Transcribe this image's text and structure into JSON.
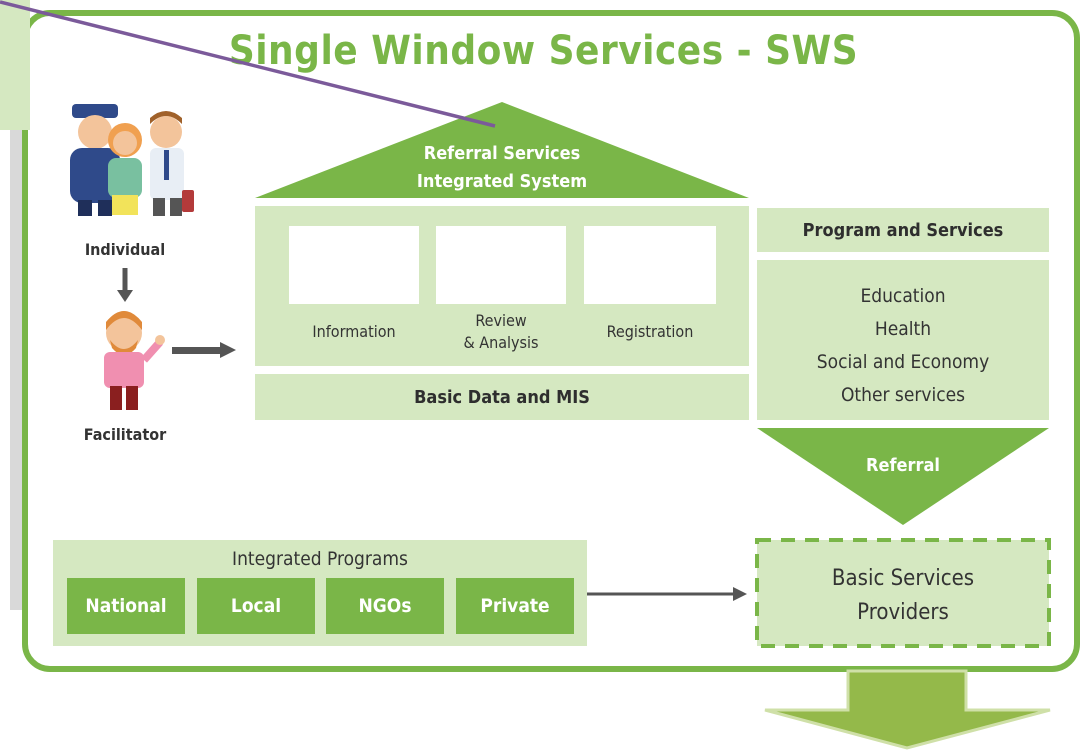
{
  "title": "Single Window Services - SWS",
  "roof": {
    "line1": "Referral Services",
    "line2": "Integrated System"
  },
  "steps": [
    "Information",
    "Review",
    "& Analysis",
    "Registration"
  ],
  "basic_data": "Basic Data and MIS",
  "program_header": "Program and Services",
  "services": [
    "Education",
    "Health",
    "Social and Economy",
    "Other services"
  ],
  "referral": "Referral",
  "individual": "Individual",
  "facilitator": "Facilitator",
  "integrated": {
    "title": "Integrated Programs",
    "items": [
      "National",
      "Local",
      "NGOs",
      "Private"
    ]
  },
  "providers": {
    "line1": "Basic Services",
    "line2": "Providers"
  },
  "colors": {
    "green": "#7ab648",
    "pale": "#d5e8c1",
    "line": "#7b5a9a"
  }
}
